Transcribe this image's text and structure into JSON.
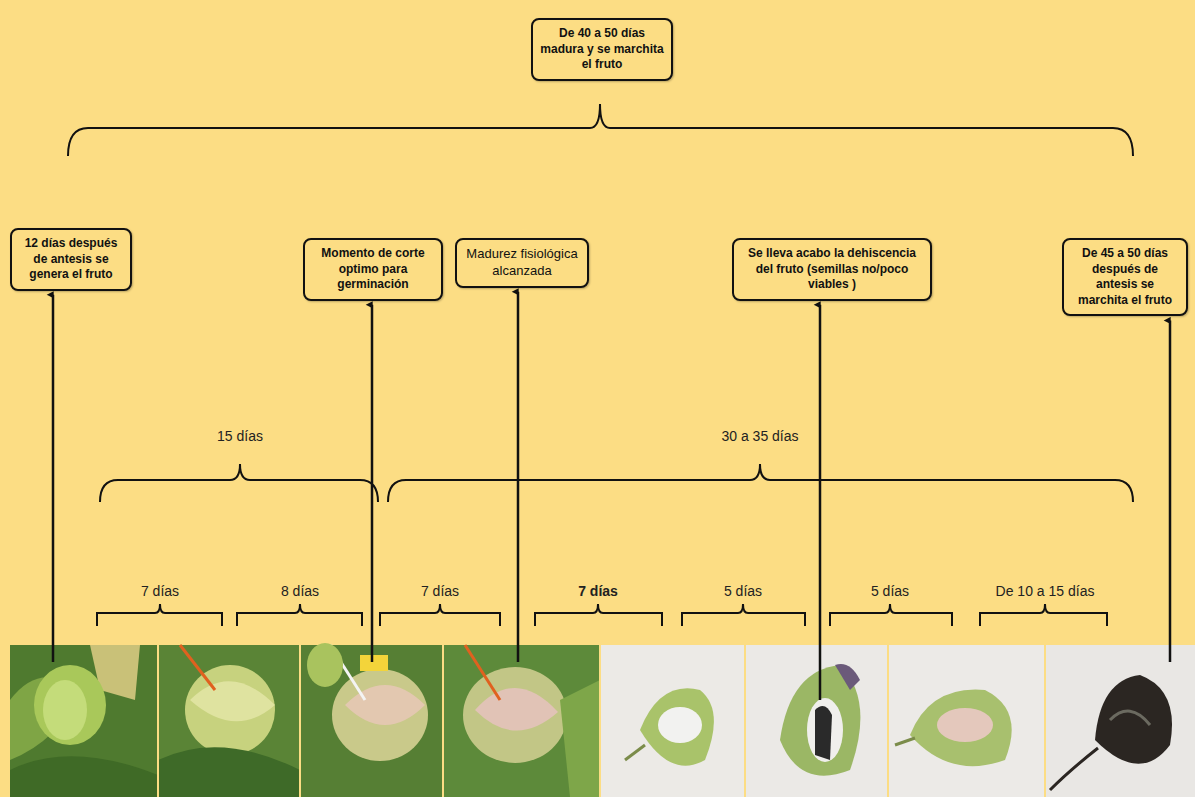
{
  "diagram": {
    "nodes": [
      {
        "text": [
          "De 40 a 50 días madura y se marchita el fruto"
        ]
      },
      {
        "text": [
          "12 días después de antesis se genera el fruto"
        ]
      },
      {
        "text": [
          "Momento de corte optimo para germinación"
        ]
      },
      {
        "text": [
          "Madurez fisiológica alcanzada"
        ]
      },
      {
        "text": [
          "Se lleva acabo la dehiscencia del fruto (semillas no/poco viables )"
        ]
      },
      {
        "text": [
          "De 45 a 50 días después de antesis se marchita el fruto"
        ]
      }
    ],
    "labels": [
      "15 días",
      "30 a 35 días",
      "7 días",
      "8 días",
      "7 días",
      "7 días",
      "5 días",
      "5 días",
      "De 10 a 15 días"
    ]
  }
}
